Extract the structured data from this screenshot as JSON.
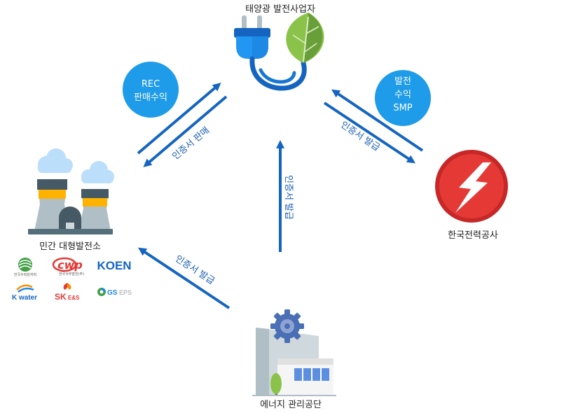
{
  "nodes": {
    "solar": {
      "label": "태양광 발전사업자"
    },
    "plant": {
      "label": "민간 대형발전소"
    },
    "kepco": {
      "label": "한국전력공사"
    },
    "agency": {
      "label": "에너지 관리공단"
    }
  },
  "badges": {
    "rec": {
      "line1": "REC",
      "line2": "판매수익"
    },
    "smp": {
      "line1": "발전",
      "line2": "수익",
      "line3": "SMP"
    }
  },
  "edges": {
    "plant_solar": "인증서 판매",
    "solar_kepco": "인증서 발급",
    "agency_solar": "인증서 발급",
    "agency_plant": "인증서 발급"
  },
  "logos": {
    "khnp": {
      "sub": "한국수력원자력"
    },
    "cwp": {
      "mark": "cwp",
      "sub": "한국서부발전(주)"
    },
    "koen": {
      "mark": "KOEN"
    },
    "kwater": {
      "mark": "K water"
    },
    "sk": {
      "mark": "SK",
      "sub": "E&S"
    },
    "gs": {
      "mark": "GS",
      "sub": "EPS"
    }
  },
  "colors": {
    "arrow": "#1565c0",
    "badge": "#1e9be9",
    "kepco_red": "#e53935",
    "leaf_green": "#8bc34a"
  }
}
